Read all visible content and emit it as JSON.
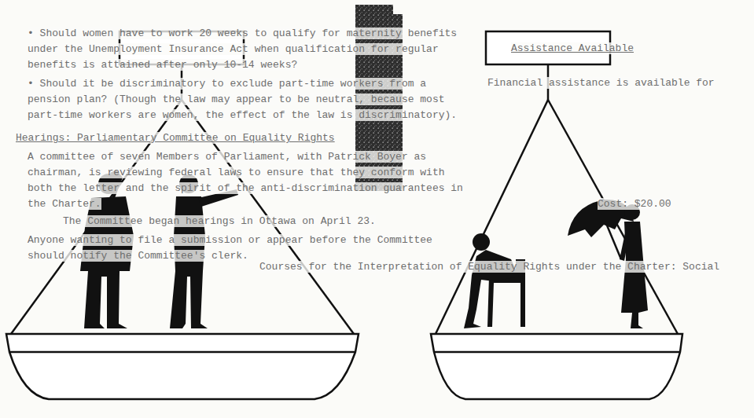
{
  "diagram": {
    "labels": [
      "• Should women have to work 20 weeks to qualify for maternity benefits under the Unemployment Insurance Act when qualification for regular benefits is attained after only 10-14 weeks?",
      "• Should it be discriminatory to exclude part-time workers from a pension plan? (Though the law may appear to be neutral, because most part-time workers are women, the effect of the law is discriminatory).",
      "Hearings: Parliamentary Committee on Equality Rights",
      "A committee of seven Members of Parliament, with Patrick Boyer as chairman, is reviewing federal laws to ensure that they conform with both the letter and the spirit of the anti-discrimination guarantees in the Charter.",
      "The Committee began hearings in Ottawa on April 23.",
      "Anyone wanting to file a submission or appear before the Committee should notify the Committee's clerk.",
      "Assistance Available",
      "Financial assistance is available for",
      "Cost: $20.00",
      "Courses for the Interpretation of Equality Rights under the Charter: Social"
    ]
  }
}
